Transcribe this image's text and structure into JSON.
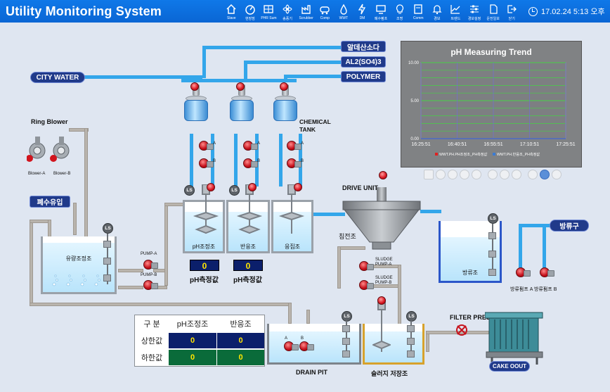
{
  "header": {
    "title": "Utility Monitoring System",
    "datetime": "17.02.24 5:13 오후",
    "nav": [
      {
        "label": "Slave",
        "icon": "home-icon"
      },
      {
        "label": "현장점",
        "icon": "gauge-icon"
      },
      {
        "label": "PHR Sum",
        "icon": "grid-icon"
      },
      {
        "label": "송풍기",
        "icon": "fan-icon"
      },
      {
        "label": "Scrubber",
        "icon": "factory-icon"
      },
      {
        "label": "Comp",
        "icon": "compressor-icon"
      },
      {
        "label": "WWT",
        "icon": "water-drop-icon"
      },
      {
        "label": "DM",
        "icon": "bolt-icon"
      },
      {
        "label": "폐수펌프",
        "icon": "monitor-icon"
      },
      {
        "label": "조명",
        "icon": "bulb-icon"
      },
      {
        "label": "Comm",
        "icon": "screen-icon"
      },
      {
        "label": "경보",
        "icon": "bell-icon"
      },
      {
        "label": "트렌드",
        "icon": "trend-icon"
      },
      {
        "label": "경보설정",
        "icon": "sliders-icon"
      },
      {
        "label": "운전일보",
        "icon": "document-icon"
      },
      {
        "label": "닫기",
        "icon": "logout-icon"
      }
    ]
  },
  "inputs": {
    "city_water": "CITY WATER",
    "chem1": "알데산소다",
    "chem2": "AL2(SO4)3",
    "chem3": "POLYMER",
    "wastewater_in": "폐수유입",
    "discharge": "방류구"
  },
  "labels": {
    "ring_blower": "Ring Blower",
    "blower_a": "Blower-A",
    "blower_b": "Blower-B",
    "chemical_tank": "CHEMICAL\nTANK",
    "drive_unit": "DRIVE UNIT",
    "sedimentation": "침전조",
    "equalization": "유량조정조",
    "ph_adjust": "pH조정조",
    "reaction": "반응조",
    "coagulation": "응집조",
    "discharge_tank": "방류조",
    "pump_a": "PUMP-A",
    "pump_b": "PUMP-B",
    "sludge_pump_a": "SLUDGE\nPUMP-A",
    "sludge_pump_b": "SLUDGE\nPUMP-B",
    "discharge_pump_a": "방류펌프 A",
    "discharge_pump_b": "방류펌프 B",
    "drain_pit": "DRAIN PIT",
    "sludge_storage": "슬러지 저장조",
    "filter_press": "FILTER PRESS",
    "cake_out": "CAKE OOUT",
    "a": "A",
    "b": "B",
    "ls": "LS"
  },
  "ph_values": {
    "ph1": "0",
    "ph1_label": "pH측정값",
    "ph2": "0",
    "ph2_label": "pH측정값"
  },
  "limit_table": {
    "header": [
      "구 분",
      "pH조정조",
      "반응조"
    ],
    "upper_label": "상한값",
    "upper": [
      "0",
      "0"
    ],
    "lower_label": "하한값",
    "lower": [
      "0",
      "0"
    ]
  },
  "chart_data": {
    "type": "line",
    "title": "pH Measuring Trend",
    "x": [
      "16:25:51",
      "16:40:51",
      "16:55:51",
      "17:10:51",
      "17:25:51"
    ],
    "yticks": [
      "10.00",
      "5.00",
      "0.00"
    ],
    "ylim": [
      0,
      10
    ],
    "grid": true,
    "series": [
      {
        "name": "WWT.PH.PH조정조_PH측정값",
        "values": [
          0,
          0,
          0,
          0,
          0
        ]
      },
      {
        "name": "WWT.PH.반응조_PH측정값",
        "values": [
          0,
          0,
          0,
          0,
          0
        ]
      }
    ],
    "legend_position": "bottom",
    "colors": {
      "series1": "#e02020",
      "series2": "#3a7bd5",
      "grid_h": "#46d046",
      "grid_v": "#7070d0"
    }
  },
  "colors": {
    "header": "#0a6ad6",
    "pipe_water": "#33a6ea",
    "pipe_gray": "#b9b4ad",
    "value_bg": "#0b1f6b",
    "value_text": "#ffe600"
  }
}
